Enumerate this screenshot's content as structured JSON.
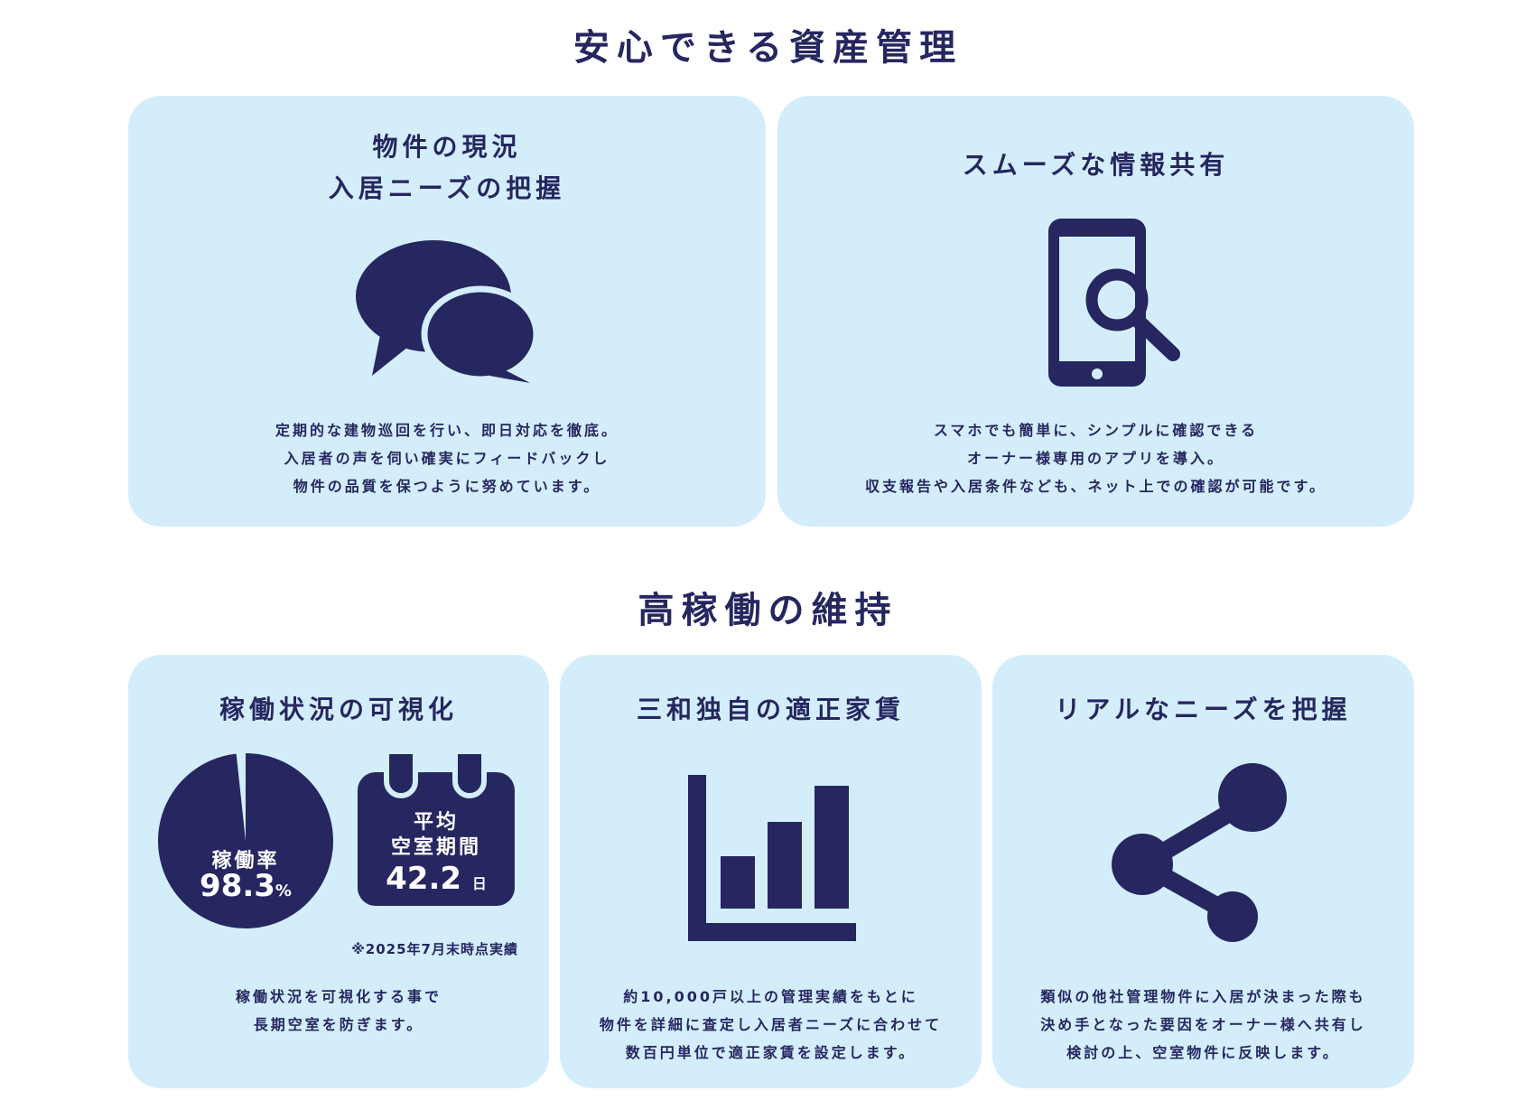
{
  "section1": {
    "title": "安心できる資産管理",
    "cards": [
      {
        "title_lines": [
          "物件の現況",
          "入居ニーズの把握"
        ],
        "icon": "chat-bubbles-icon",
        "desc": [
          "定期的な建物巡回を行い、即日対応を徹底。",
          "入居者の声を伺い確実にフィードバックし",
          "物件の品質を保つように努めています。"
        ]
      },
      {
        "title": "スムーズな情報共有",
        "icon": "smartphone-search-icon",
        "desc": [
          "スマホでも簡単に、シンプルに確認できる",
          "オーナー様専用のアプリを導入。",
          "収支報告や入居条件なども、ネット上での確認が可能です。"
        ]
      }
    ]
  },
  "section2": {
    "title": "高稼働の維持",
    "cards": [
      {
        "title": "稼働状況の可視化",
        "occupancy_label": "稼働率",
        "occupancy_value": "98.3",
        "occupancy_unit": "%",
        "occupancy_fraction": 0.983,
        "vacancy_label_lines": [
          "平均",
          "空室期間"
        ],
        "vacancy_value": "42.2",
        "vacancy_unit": "日",
        "note": "※2025年7月末時点実績",
        "desc": [
          "稼働状況を可視化する事で",
          "長期空室を防ぎます。"
        ]
      },
      {
        "title": "三和独自の適正家賃",
        "icon": "bar-chart-icon",
        "desc": [
          "約10,000戸以上の管理実績をもとに",
          "物件を詳細に査定し入居者ニーズに合わせて",
          "数百円単位で適正家賃を設定します。"
        ]
      },
      {
        "title": "リアルなニーズを把握",
        "icon": "share-icon",
        "desc": [
          "類似の他社管理物件に入居が決まった際も",
          "決め手となった要因をオーナー様へ共有し",
          "検討の上、空室物件に反映します。"
        ]
      }
    ]
  },
  "colors": {
    "navy": "#262660",
    "card": "#d3eefa"
  }
}
